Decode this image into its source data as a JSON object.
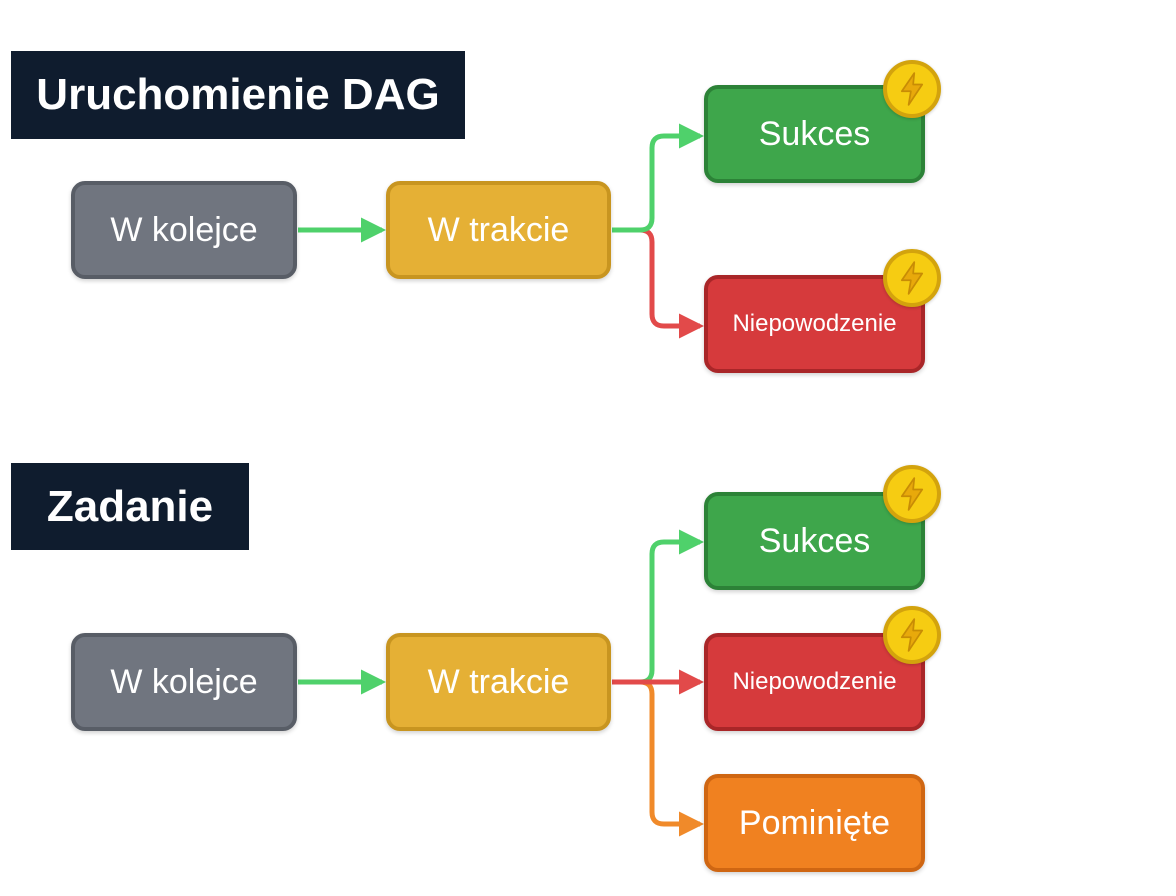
{
  "sections": [
    {
      "title": "Uruchomienie DAG",
      "queued": "W kolejce",
      "running": "W trakcie",
      "success": "Sukces",
      "failed": "Niepowodzenie"
    },
    {
      "title": "Zadanie",
      "queued": "W kolejce",
      "running": "W trakcie",
      "success": "Sukces",
      "failed": "Niepowodzenie",
      "skipped": "Pominięte"
    }
  ],
  "badges": {
    "icon": "lightning-icon"
  },
  "colors": {
    "queued": "#70757f",
    "running": "#e5b035",
    "success": "#3ea64b",
    "failed": "#d63a3c",
    "skipped": "#f08120",
    "edge_queued_to_running": "#4fd16b",
    "edge_to_success": "#4fd16b",
    "edge_to_failed": "#e24a4a",
    "edge_to_skipped": "#f08a2a",
    "badge": "#f6cc12",
    "title_background": "#0f1c2e"
  }
}
